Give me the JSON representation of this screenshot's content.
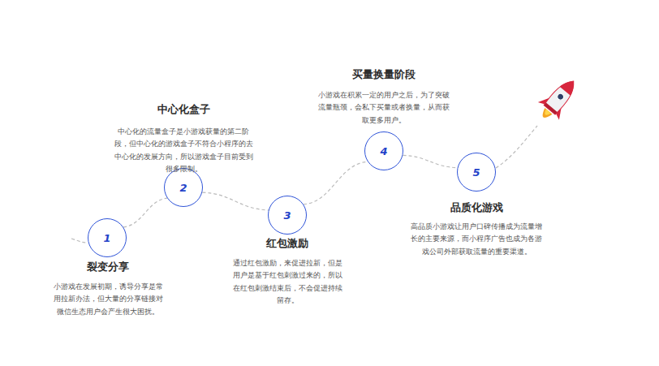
{
  "diagram": {
    "nodes": [
      {
        "text": [
          "1"
        ]
      },
      {
        "text": [
          "2"
        ]
      },
      {
        "text": [
          "3"
        ]
      },
      {
        "text": [
          "4"
        ]
      },
      {
        "text": [
          "5"
        ]
      }
    ],
    "edges": [
      {
        "from": 0,
        "to": 1,
        "arrow": "none"
      },
      {
        "from": 1,
        "to": 2,
        "arrow": "none"
      },
      {
        "from": 2,
        "to": 3,
        "arrow": "none"
      },
      {
        "from": 3,
        "to": 4,
        "arrow": "none"
      }
    ],
    "labels": [
      "裂变分享",
      "小游戏在发展初期，诱导分享是常用拉新办法，但大量的分享链接对微信生态用户会产生很大困扰。",
      "中心化盒子",
      "中心化的流量盒子是小游戏获量的第二阶段，但中心化的游戏盒子不符合小程序的去中心化的发展方向，所以游戏盒子目前受到很多限制。",
      "红包激励",
      "通过红包激励，来促进拉新，但是用户是基于红包刺激过来的，所以在红包刺激结束后，不会促进持续留存。",
      "买量换量阶段",
      "小游戏在积累一定的用户之后，为了突破流量瓶颈，会私下买量或者换量，从而获取更多用户。",
      "品质化游戏",
      "高品质小游戏让用户口碑传播成为流量增长的主要来源，而小程序广告也成为各游戏公司外部获取流量的重要渠道。"
    ]
  }
}
